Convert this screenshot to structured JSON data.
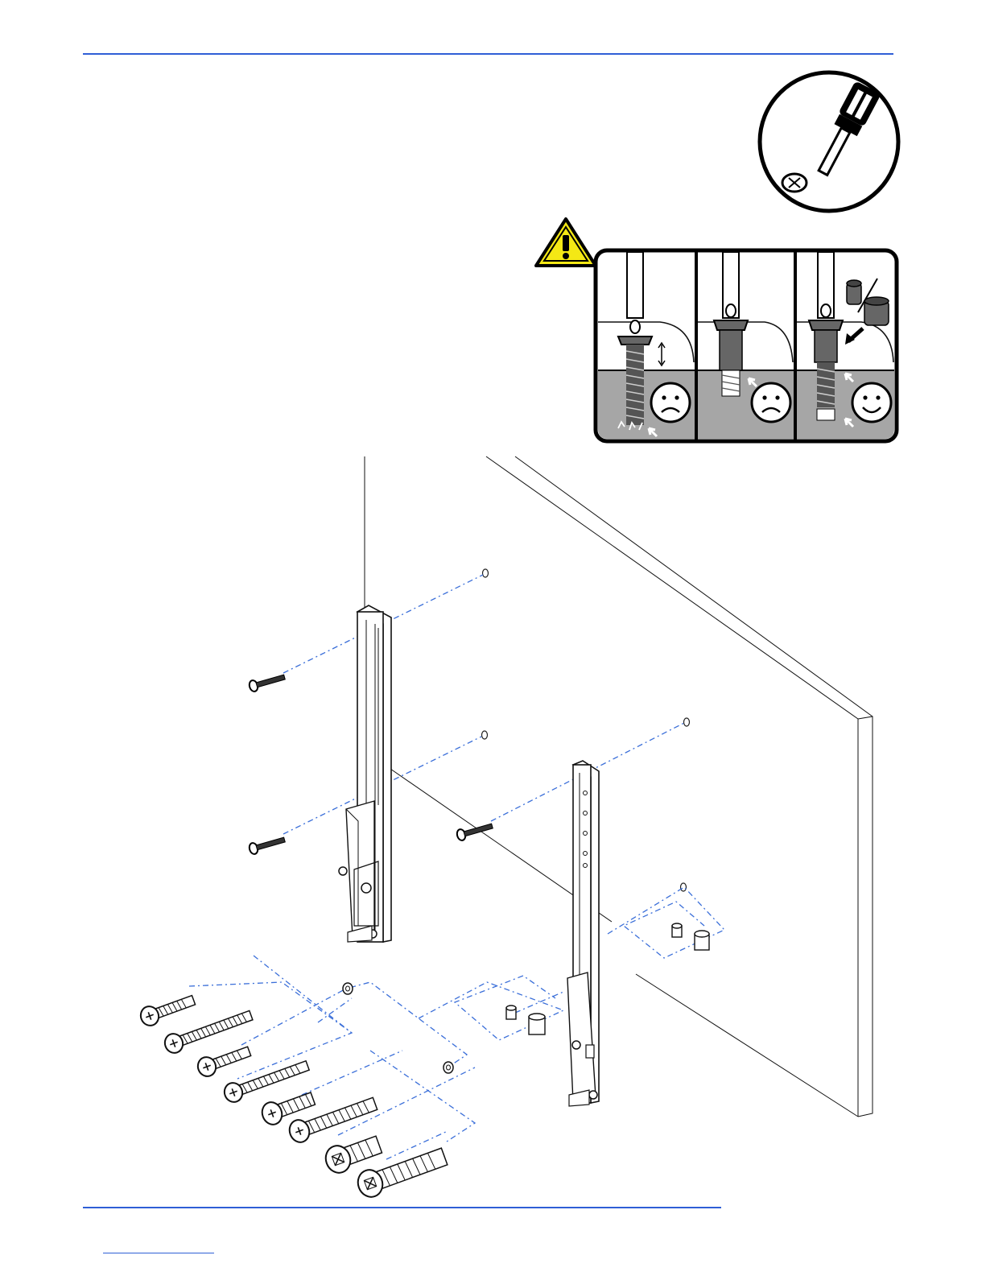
{
  "header_rule_color": "#2f5fd6",
  "accent_color": "#3b6fd9",
  "warning_color": "#f4e815",
  "panel_background": "#a6a6a6",
  "icons": {
    "tool": "screwdriver-icon",
    "warning": "warning-icon",
    "sad": "sad-face-icon",
    "happy": "happy-face-icon"
  },
  "panels": [
    {
      "state": "screw too long",
      "face": "sad"
    },
    {
      "state": "screw too short",
      "face": "sad"
    },
    {
      "state": "correct length with spacer",
      "face": "happy"
    }
  ],
  "hardware": {
    "screw_count": 8,
    "washer_count": 2,
    "spacer_count": 4
  }
}
